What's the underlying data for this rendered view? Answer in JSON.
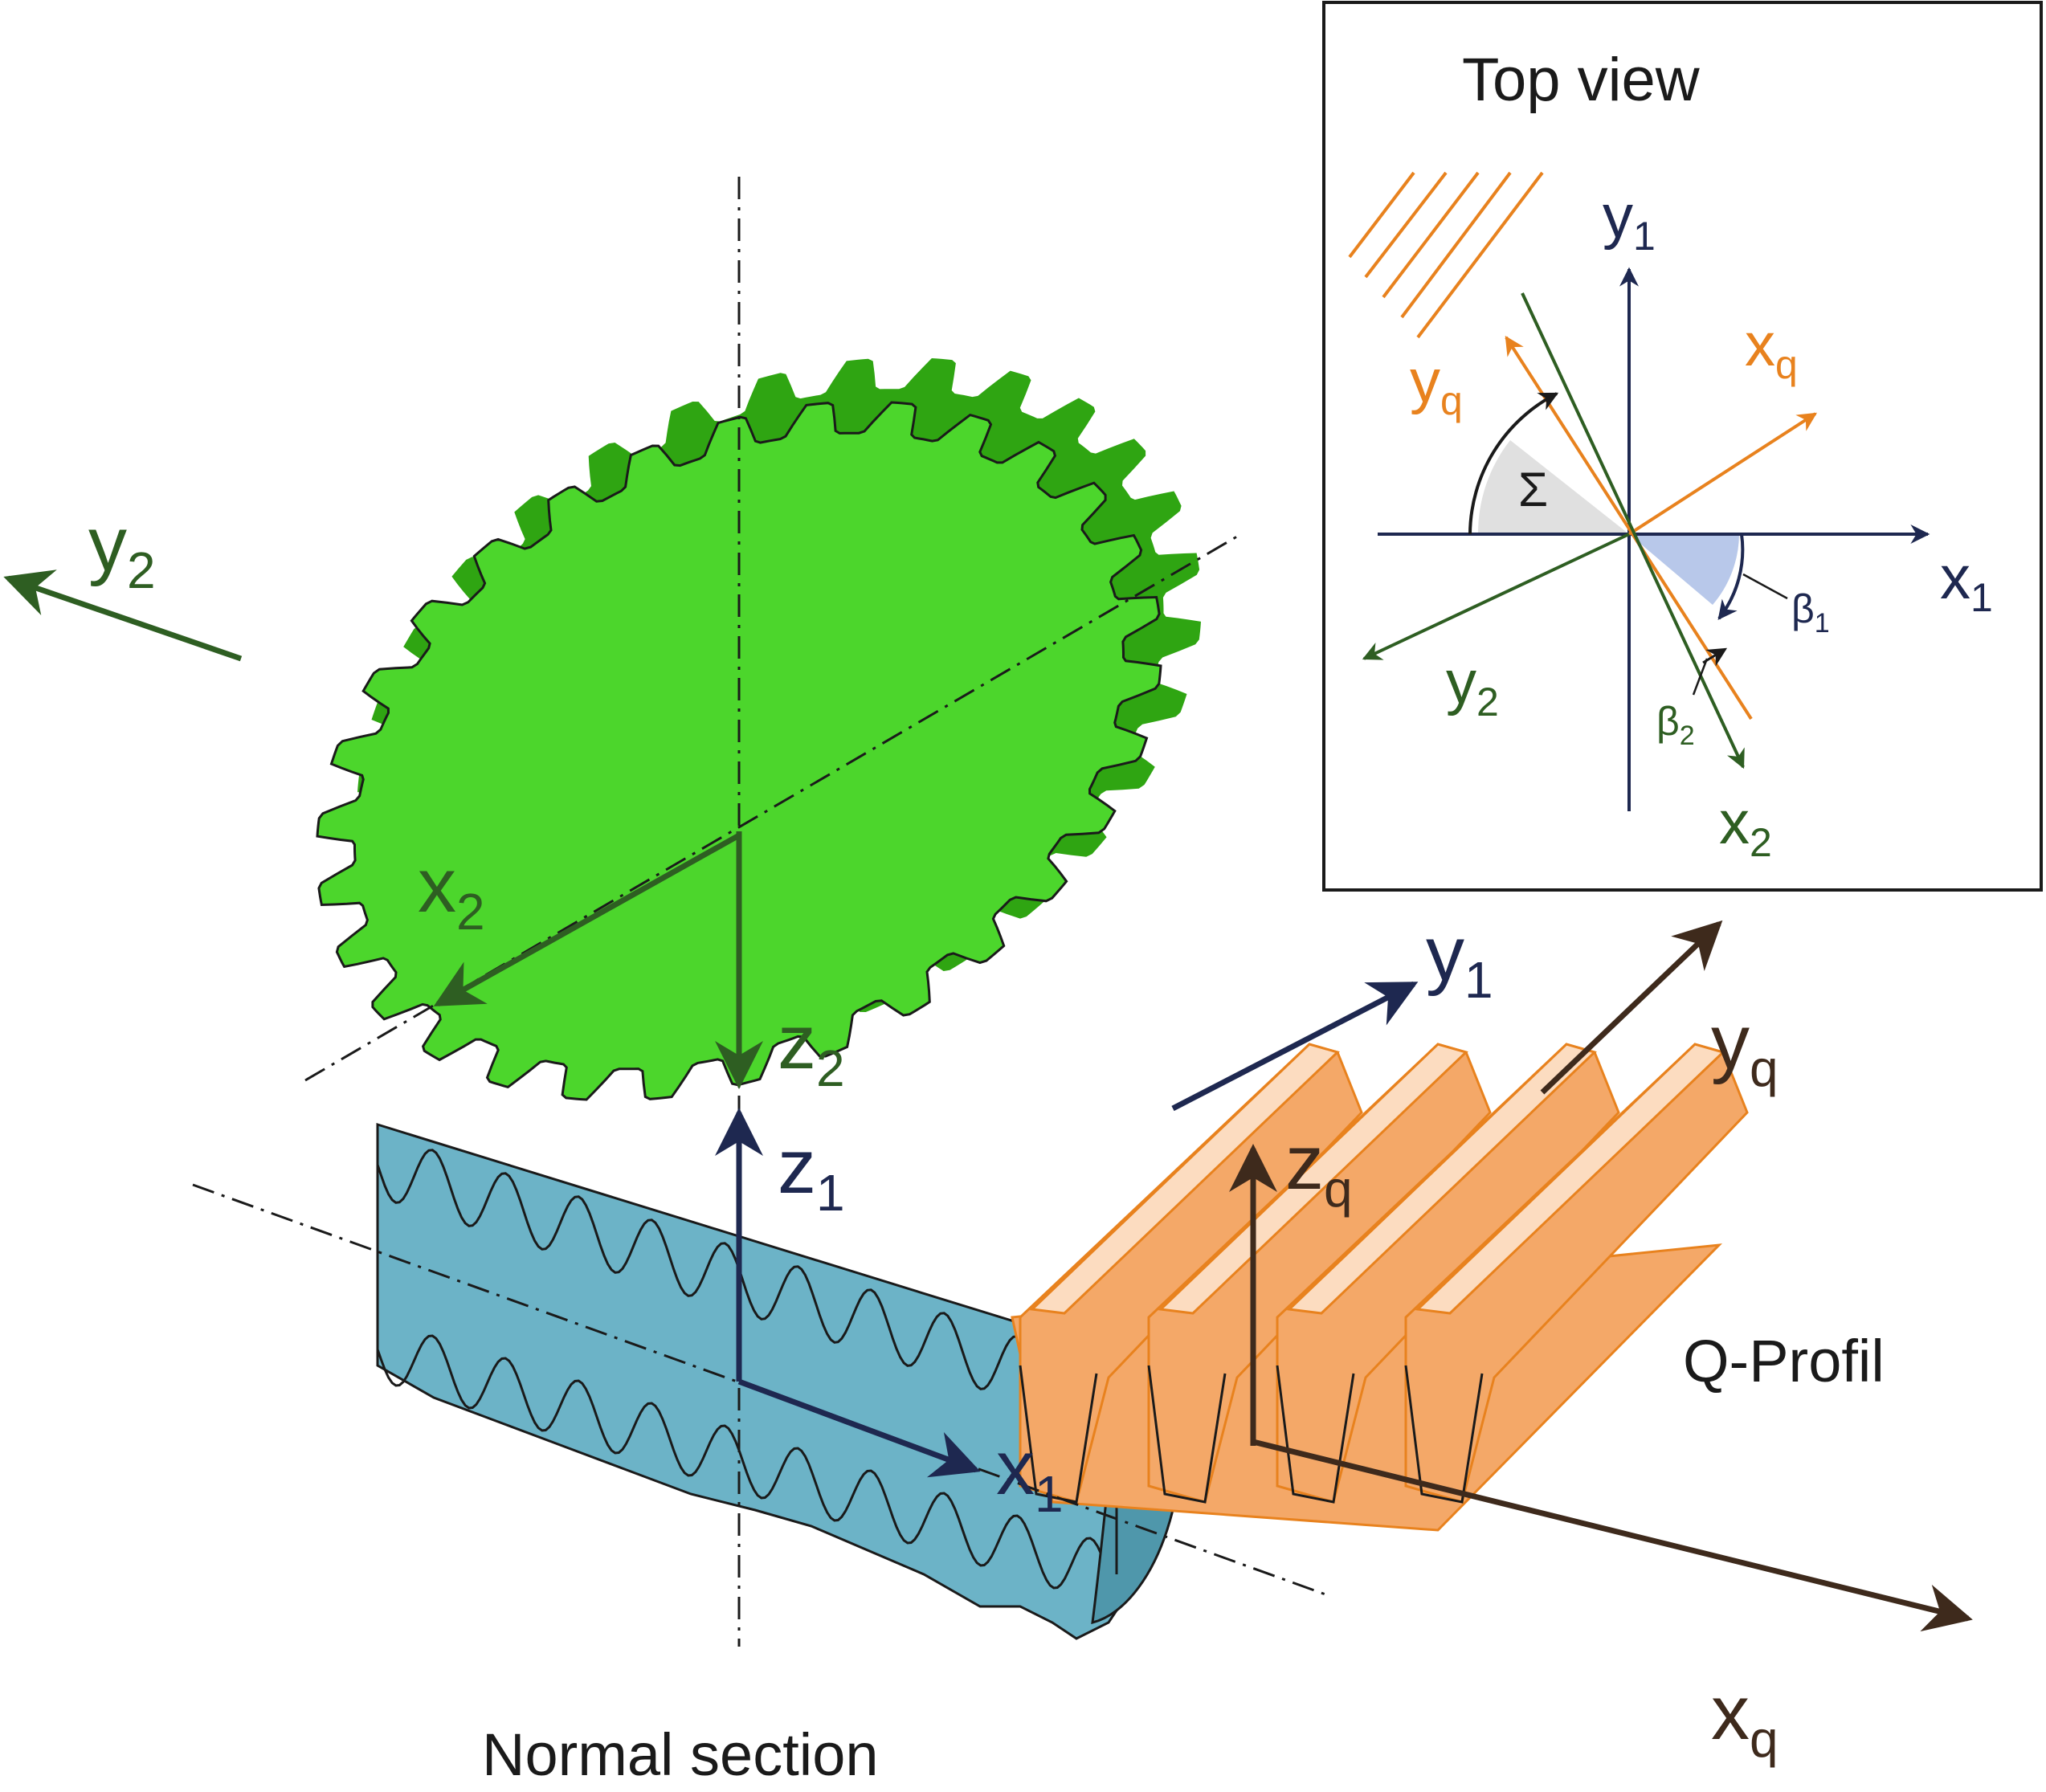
{
  "colors": {
    "green_gear": "#4cd62c",
    "green_gear_side": "#2fa512",
    "green_axis": "#2e5e22",
    "blue_worm": "#6cb3c7",
    "blue_worm_dark": "#4f97ab",
    "orange_rack": "#f4a868",
    "orange_rack_light": "#fcdcc0",
    "orange_edge": "#e8821e",
    "navy_axis": "#1e2850",
    "brown_axis": "#3e2a1c",
    "angle_fill_gray": "#e0e0e0",
    "angle_fill_blue": "#b8c8ea"
  },
  "main": {
    "axes": {
      "y2": {
        "main": "y",
        "sub": "2"
      },
      "x2": {
        "main": "x",
        "sub": "2"
      },
      "z2": {
        "main": "z",
        "sub": "2"
      },
      "y1": {
        "main": "y",
        "sub": "1"
      },
      "z1": {
        "main": "z",
        "sub": "1"
      },
      "x1": {
        "main": "x",
        "sub": "1"
      },
      "yq": {
        "main": "y",
        "sub": "q"
      },
      "zq": {
        "main": "z",
        "sub": "q"
      },
      "xq": {
        "main": "x",
        "sub": "q"
      }
    },
    "labels": {
      "q_profil": "Q-Profil",
      "normal_section": "Normal section"
    }
  },
  "inset": {
    "title": "Top view",
    "axes": {
      "y1": {
        "main": "y",
        "sub": "1"
      },
      "x1": {
        "main": "x",
        "sub": "1"
      },
      "yq": {
        "main": "y",
        "sub": "q"
      },
      "xq": {
        "main": "x",
        "sub": "q"
      },
      "y2": {
        "main": "y",
        "sub": "2"
      },
      "x2": {
        "main": "x",
        "sub": "2"
      }
    },
    "angles": {
      "sigma": "Σ",
      "beta1": {
        "main": "β",
        "sub": "1"
      },
      "beta2": {
        "main": "β",
        "sub": "2"
      }
    }
  }
}
